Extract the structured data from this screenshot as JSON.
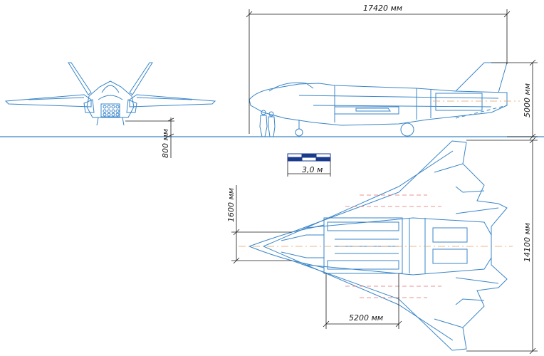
{
  "dimensions": {
    "length": "17420 мм",
    "height": "5000 мм",
    "ground_clearance": "800 мм",
    "scale_bar": "3,0 м",
    "wingspan": "14100 мм",
    "intake_width": "1600 мм",
    "bay_length": "5200 мм"
  },
  "colors": {
    "drawing_line": "#3a86c8",
    "dimension_line": "#1a1a1a",
    "axis_line": "#e5a060"
  }
}
